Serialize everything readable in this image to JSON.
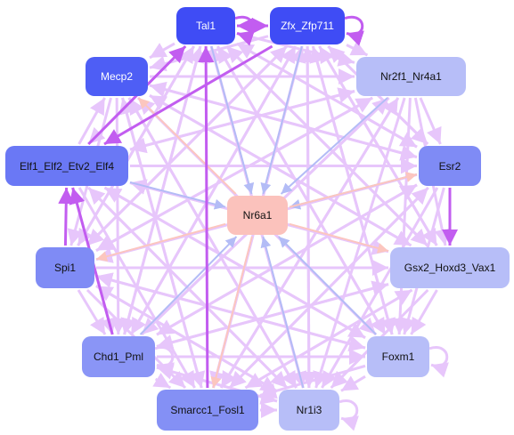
{
  "nodes": [
    {
      "id": "tal1",
      "label": "Tal1",
      "color": "#3f4cf5",
      "text": "#ffffff"
    },
    {
      "id": "zfx",
      "label": "Zfx_Zfp711",
      "color": "#3f4cf5",
      "text": "#ffffff"
    },
    {
      "id": "mecp2",
      "label": "Mecp2",
      "color": "#4e5ef5",
      "text": "#ffffff"
    },
    {
      "id": "nr2f1",
      "label": "Nr2f1_Nr4a1",
      "color": "#b7bef8",
      "text": "#111111"
    },
    {
      "id": "elf1",
      "label": "Elf1_Elf2_Etv2_Elf4",
      "color": "#6a78f5",
      "text": "#111111"
    },
    {
      "id": "esr2",
      "label": "Esr2",
      "color": "#7f8bf5",
      "text": "#111111"
    },
    {
      "id": "nr6a1",
      "label": "Nr6a1",
      "color": "#fbc2bc",
      "text": "#111111"
    },
    {
      "id": "spi1",
      "label": "Spi1",
      "color": "#7f8bf5",
      "text": "#111111"
    },
    {
      "id": "gsx2",
      "label": "Gsx2_Hoxd3_Vax1",
      "color": "#b7bef8",
      "text": "#111111"
    },
    {
      "id": "chd1",
      "label": "Chd1_Pml",
      "color": "#8a95f6",
      "text": "#111111"
    },
    {
      "id": "foxm1",
      "label": "Foxm1",
      "color": "#b7bef8",
      "text": "#111111"
    },
    {
      "id": "smarcc1",
      "label": "Smarcc1_Fosl1",
      "color": "#8490f5",
      "text": "#111111"
    },
    {
      "id": "nr1i3",
      "label": "Nr1i3",
      "color": "#b7bef8",
      "text": "#111111"
    }
  ],
  "edge_colors": {
    "regulation": "#e7c6fb",
    "strong": "#c25df0",
    "to_target": "#b3bcf6",
    "from_target": "#fcc6bf"
  },
  "edges": [
    [
      "tal1",
      "zfx",
      "strong"
    ],
    [
      "zfx",
      "tal1",
      "strong"
    ],
    [
      "tal1",
      "tal1",
      "strong"
    ],
    [
      "zfx",
      "zfx",
      "strong"
    ],
    [
      "elf1",
      "tal1",
      "strong"
    ],
    [
      "spi1",
      "elf1",
      "strong"
    ],
    [
      "esr2",
      "gsx2",
      "strong"
    ],
    [
      "smarcc1",
      "tal1",
      "strong"
    ],
    [
      "chd1",
      "elf1",
      "strong"
    ],
    [
      "zfx",
      "elf1",
      "strong"
    ],
    [
      "tal1",
      "nr6a1",
      "to_target"
    ],
    [
      "zfx",
      "nr6a1",
      "to_target"
    ],
    [
      "nr2f1",
      "nr6a1",
      "to_target"
    ],
    [
      "elf1",
      "nr6a1",
      "to_target"
    ],
    [
      "esr2",
      "nr6a1",
      "to_target"
    ],
    [
      "foxm1",
      "nr6a1",
      "to_target"
    ],
    [
      "nr1i3",
      "nr6a1",
      "to_target"
    ],
    [
      "chd1",
      "nr6a1",
      "to_target"
    ],
    [
      "nr6a1",
      "mecp2",
      "from_target"
    ],
    [
      "nr6a1",
      "spi1",
      "from_target"
    ],
    [
      "nr6a1",
      "gsx2",
      "from_target"
    ],
    [
      "nr6a1",
      "smarcc1",
      "from_target"
    ],
    [
      "nr6a1",
      "esr2",
      "from_target"
    ],
    [
      "mecp2",
      "nr2f1",
      "regulation"
    ],
    [
      "mecp2",
      "esr2",
      "regulation"
    ],
    [
      "mecp2",
      "gsx2",
      "regulation"
    ],
    [
      "mecp2",
      "foxm1",
      "regulation"
    ],
    [
      "mecp2",
      "nr1i3",
      "regulation"
    ],
    [
      "mecp2",
      "spi1",
      "regulation"
    ],
    [
      "mecp2",
      "chd1",
      "regulation"
    ],
    [
      "mecp2",
      "smarcc1",
      "regulation"
    ],
    [
      "nr2f1",
      "elf1",
      "regulation"
    ],
    [
      "nr2f1",
      "spi1",
      "regulation"
    ],
    [
      "nr2f1",
      "chd1",
      "regulation"
    ],
    [
      "nr2f1",
      "smarcc1",
      "regulation"
    ],
    [
      "nr2f1",
      "nr1i3",
      "regulation"
    ],
    [
      "nr2f1",
      "foxm1",
      "regulation"
    ],
    [
      "nr2f1",
      "gsx2",
      "regulation"
    ],
    [
      "nr2f1",
      "esr2",
      "regulation"
    ],
    [
      "elf1",
      "esr2",
      "regulation"
    ],
    [
      "elf1",
      "gsx2",
      "regulation"
    ],
    [
      "elf1",
      "foxm1",
      "regulation"
    ],
    [
      "elf1",
      "nr1i3",
      "regulation"
    ],
    [
      "elf1",
      "smarcc1",
      "regulation"
    ],
    [
      "elf1",
      "chd1",
      "regulation"
    ],
    [
      "elf1",
      "mecp2",
      "regulation"
    ],
    [
      "elf1",
      "nr2f1",
      "regulation"
    ],
    [
      "esr2",
      "spi1",
      "regulation"
    ],
    [
      "esr2",
      "chd1",
      "regulation"
    ],
    [
      "esr2",
      "smarcc1",
      "regulation"
    ],
    [
      "esr2",
      "nr1i3",
      "regulation"
    ],
    [
      "esr2",
      "foxm1",
      "regulation"
    ],
    [
      "esr2",
      "mecp2",
      "regulation"
    ],
    [
      "esr2",
      "tal1",
      "regulation"
    ],
    [
      "esr2",
      "zfx",
      "regulation"
    ],
    [
      "spi1",
      "gsx2",
      "regulation"
    ],
    [
      "spi1",
      "foxm1",
      "regulation"
    ],
    [
      "spi1",
      "nr1i3",
      "regulation"
    ],
    [
      "spi1",
      "smarcc1",
      "regulation"
    ],
    [
      "spi1",
      "chd1",
      "regulation"
    ],
    [
      "spi1",
      "tal1",
      "regulation"
    ],
    [
      "spi1",
      "zfx",
      "regulation"
    ],
    [
      "spi1",
      "nr2f1",
      "regulation"
    ],
    [
      "gsx2",
      "chd1",
      "regulation"
    ],
    [
      "gsx2",
      "smarcc1",
      "regulation"
    ],
    [
      "gsx2",
      "nr1i3",
      "regulation"
    ],
    [
      "gsx2",
      "foxm1",
      "regulation"
    ],
    [
      "gsx2",
      "tal1",
      "regulation"
    ],
    [
      "gsx2",
      "zfx",
      "regulation"
    ],
    [
      "gsx2",
      "mecp2",
      "regulation"
    ],
    [
      "gsx2",
      "elf1",
      "regulation"
    ],
    [
      "chd1",
      "foxm1",
      "regulation"
    ],
    [
      "chd1",
      "nr1i3",
      "regulation"
    ],
    [
      "chd1",
      "smarcc1",
      "regulation"
    ],
    [
      "chd1",
      "tal1",
      "regulation"
    ],
    [
      "chd1",
      "zfx",
      "regulation"
    ],
    [
      "chd1",
      "nr2f1",
      "regulation"
    ],
    [
      "chd1",
      "esr2",
      "regulation"
    ],
    [
      "chd1",
      "gsx2",
      "regulation"
    ],
    [
      "foxm1",
      "smarcc1",
      "regulation"
    ],
    [
      "foxm1",
      "nr1i3",
      "regulation"
    ],
    [
      "foxm1",
      "tal1",
      "regulation"
    ],
    [
      "foxm1",
      "zfx",
      "regulation"
    ],
    [
      "foxm1",
      "mecp2",
      "regulation"
    ],
    [
      "foxm1",
      "elf1",
      "regulation"
    ],
    [
      "foxm1",
      "spi1",
      "regulation"
    ],
    [
      "smarcc1",
      "nr1i3",
      "regulation"
    ],
    [
      "smarcc1",
      "zfx",
      "regulation"
    ],
    [
      "smarcc1",
      "nr2f1",
      "regulation"
    ],
    [
      "smarcc1",
      "esr2",
      "regulation"
    ],
    [
      "smarcc1",
      "gsx2",
      "regulation"
    ],
    [
      "smarcc1",
      "mecp2",
      "regulation"
    ],
    [
      "nr1i3",
      "tal1",
      "regulation"
    ],
    [
      "nr1i3",
      "zfx",
      "regulation"
    ],
    [
      "nr1i3",
      "mecp2",
      "regulation"
    ],
    [
      "nr1i3",
      "elf1",
      "regulation"
    ],
    [
      "nr1i3",
      "spi1",
      "regulation"
    ],
    [
      "nr1i3",
      "chd1",
      "regulation"
    ],
    [
      "tal1",
      "mecp2",
      "regulation"
    ],
    [
      "tal1",
      "nr2f1",
      "regulation"
    ],
    [
      "tal1",
      "elf1",
      "regulation"
    ],
    [
      "tal1",
      "esr2",
      "regulation"
    ],
    [
      "tal1",
      "spi1",
      "regulation"
    ],
    [
      "tal1",
      "gsx2",
      "regulation"
    ],
    [
      "tal1",
      "chd1",
      "regulation"
    ],
    [
      "tal1",
      "foxm1",
      "regulation"
    ],
    [
      "tal1",
      "nr1i3",
      "regulation"
    ],
    [
      "zfx",
      "mecp2",
      "regulation"
    ],
    [
      "zfx",
      "nr2f1",
      "regulation"
    ],
    [
      "zfx",
      "esr2",
      "regulation"
    ],
    [
      "zfx",
      "spi1",
      "regulation"
    ],
    [
      "zfx",
      "gsx2",
      "regulation"
    ],
    [
      "zfx",
      "chd1",
      "regulation"
    ],
    [
      "zfx",
      "foxm1",
      "regulation"
    ],
    [
      "zfx",
      "smarcc1",
      "regulation"
    ],
    [
      "zfx",
      "nr1i3",
      "regulation"
    ],
    [
      "nr1i3",
      "nr1i3",
      "regulation"
    ],
    [
      "foxm1",
      "foxm1",
      "regulation"
    ],
    [
      "chd1",
      "chd1",
      "regulation"
    ]
  ]
}
